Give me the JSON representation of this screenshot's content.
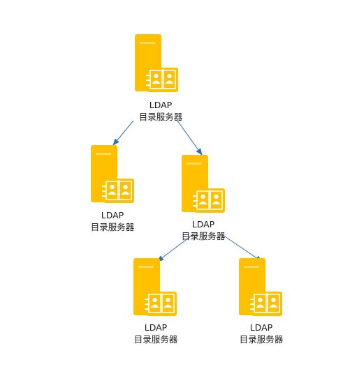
{
  "colors": {
    "server": "#FFC000",
    "server_light": "#FFD966",
    "book_outline": "#FFFFFF",
    "edge": "#2E6FAD",
    "text": "#1A1A1A"
  },
  "icon": "ldap-directory-server-icon",
  "nodes": [
    {
      "id": "root",
      "line1": "LDAP",
      "line2": "目录服务器"
    },
    {
      "id": "left",
      "line1": "LDAP",
      "line2": "目录服务器"
    },
    {
      "id": "mid",
      "line1": "LDAP",
      "line2": "目录服务器"
    },
    {
      "id": "bottom-left",
      "line1": "LDAP",
      "line2": "目录服务器"
    },
    {
      "id": "bottom-right",
      "line1": "LDAP",
      "line2": "目录服务器"
    }
  ],
  "edges": [
    {
      "from": "root",
      "to": "left"
    },
    {
      "from": "root",
      "to": "mid"
    },
    {
      "from": "mid",
      "to": "bottom-left"
    },
    {
      "from": "mid",
      "to": "bottom-right"
    }
  ]
}
